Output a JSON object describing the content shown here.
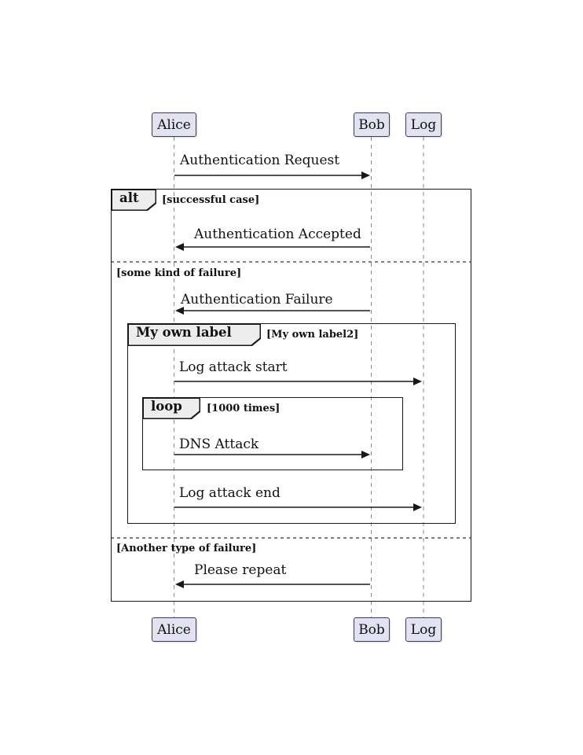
{
  "participants": [
    {
      "name": "Alice"
    },
    {
      "name": "Bob"
    },
    {
      "name": "Log"
    }
  ],
  "messages": [
    {
      "from": "Alice",
      "to": "Bob",
      "text": "Authentication Request"
    },
    {
      "from": "Bob",
      "to": "Alice",
      "text": "Authentication Accepted"
    },
    {
      "from": "Bob",
      "to": "Alice",
      "text": "Authentication Failure"
    },
    {
      "from": "Alice",
      "to": "Log",
      "text": "Log attack start"
    },
    {
      "from": "Alice",
      "to": "Bob",
      "text": "DNS Attack"
    },
    {
      "from": "Alice",
      "to": "Log",
      "text": "Log attack end"
    },
    {
      "from": "Bob",
      "to": "Alice",
      "text": "Please repeat"
    }
  ],
  "fragments": {
    "alt": {
      "operator": "alt",
      "guard": "[successful case]",
      "else_guards": [
        "[some kind of failure]",
        "[Another type of failure]"
      ]
    },
    "group": {
      "operator": "My own label",
      "guard": "[My own label2]"
    },
    "loop": {
      "operator": "loop",
      "guard": "[1000 times]"
    }
  },
  "colors": {
    "participant_fill": "#E2E2F0",
    "participant_border": "#3b3b60",
    "fragment_label_fill": "#EDEDED",
    "line_color": "#181818",
    "lifeline_color": "#8a8a8a"
  }
}
